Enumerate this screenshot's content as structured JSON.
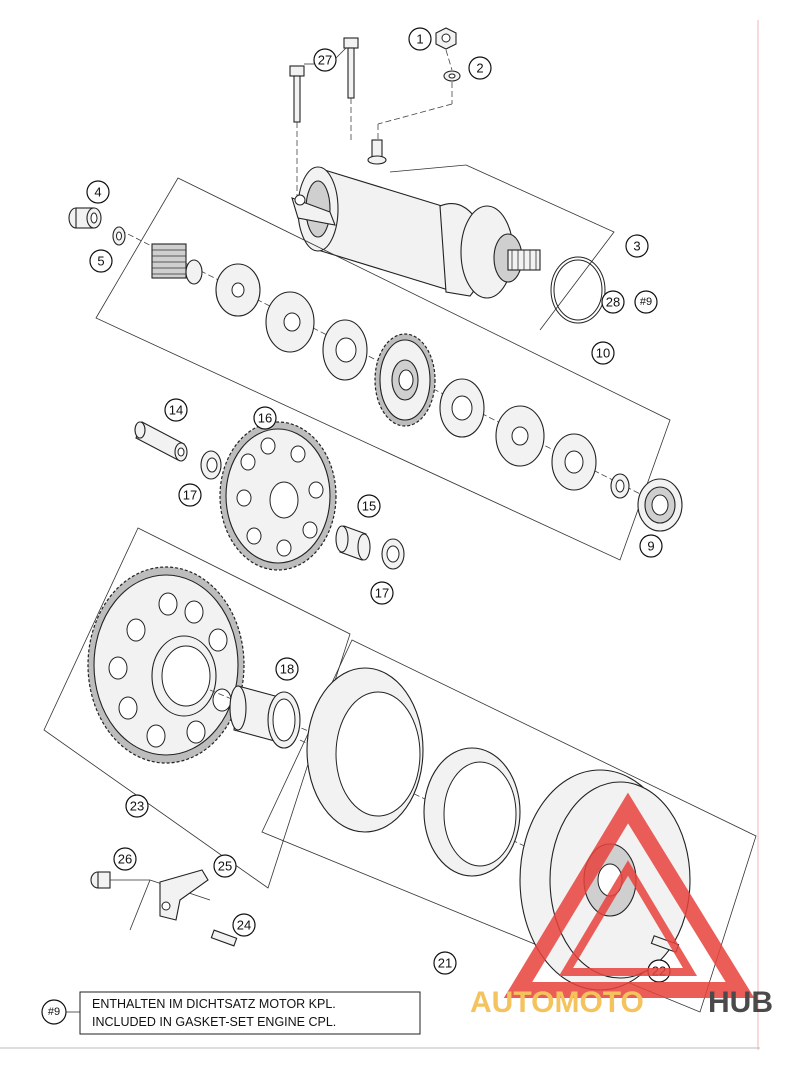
{
  "callouts": [
    {
      "id": "c1",
      "label": "1"
    },
    {
      "id": "c2",
      "label": "2"
    },
    {
      "id": "c3",
      "label": "3"
    },
    {
      "id": "c4",
      "label": "4"
    },
    {
      "id": "c5",
      "label": "5"
    },
    {
      "id": "c9",
      "label": "9"
    },
    {
      "id": "c10",
      "label": "10"
    },
    {
      "id": "c14",
      "label": "14"
    },
    {
      "id": "c15",
      "label": "15"
    },
    {
      "id": "c16",
      "label": "16"
    },
    {
      "id": "c17a",
      "label": "17"
    },
    {
      "id": "c17b",
      "label": "17"
    },
    {
      "id": "c18",
      "label": "18"
    },
    {
      "id": "c21",
      "label": "21"
    },
    {
      "id": "c22",
      "label": "22"
    },
    {
      "id": "c23",
      "label": "23"
    },
    {
      "id": "c24",
      "label": "24"
    },
    {
      "id": "c25",
      "label": "25"
    },
    {
      "id": "c26",
      "label": "26"
    },
    {
      "id": "c27",
      "label": "27"
    },
    {
      "id": "c28",
      "label": "28"
    },
    {
      "id": "c9b",
      "label": "#9"
    }
  ],
  "note": {
    "symbol": "#9",
    "line1": "ENTHALTEN IM DICHTSATZ MOTOR KPL.",
    "line2": "INCLUDED IN GASKET-SET ENGINE CPL."
  },
  "watermark": {
    "part1": "AUTOMOTO",
    "part2": "HUB",
    "color_primary": "#e8423c",
    "color_secondary": "#f4b942",
    "color_dark": "#2b2b2b"
  }
}
